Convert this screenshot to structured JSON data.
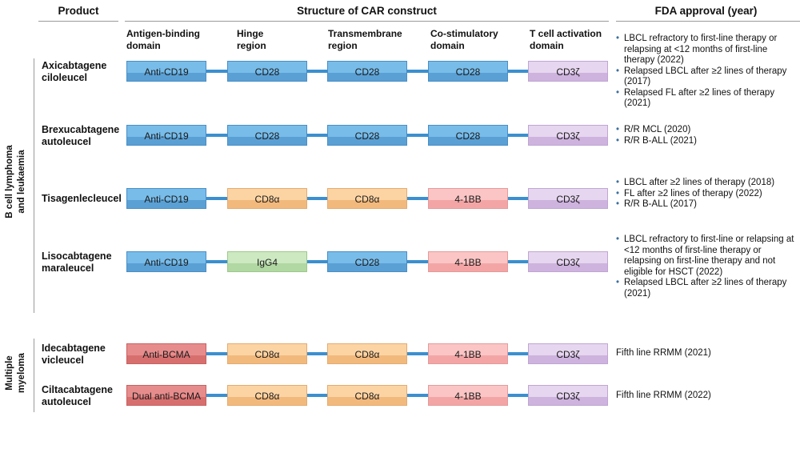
{
  "headers": {
    "product": "Product",
    "structure": "Structure of CAR construct",
    "fda": "FDA approval (year)"
  },
  "domains": [
    {
      "line1": "Antigen-binding",
      "line2": "domain"
    },
    {
      "line1": "Hinge",
      "line2": "region"
    },
    {
      "line1": "Transmembrane",
      "line2": "region"
    },
    {
      "line1": "Co-stimulatory",
      "line2": "domain"
    },
    {
      "line1": "T cell activation",
      "line2": "domain"
    }
  ],
  "groups": {
    "b_cell": {
      "line1": "B cell lymphoma",
      "line2": "and leukaemia"
    },
    "myeloma": {
      "line1": "Multiple",
      "line2": "myeloma"
    }
  },
  "colors": {
    "blue": "#78bce9",
    "orange": "#fcd4a4",
    "pink": "#fbc5c5",
    "purple": "#e6d6ef",
    "green": "#cde9c1",
    "red": "#e78c8c",
    "connector": "#3b8fcf"
  },
  "rows": [
    {
      "product": {
        "line1": "Axicabtagene",
        "line2": "ciloleucel"
      },
      "boxes": [
        {
          "label": "Anti-CD19",
          "color": "blue"
        },
        {
          "label": "CD28",
          "color": "blue"
        },
        {
          "label": "CD28",
          "color": "blue"
        },
        {
          "label": "CD28",
          "color": "blue"
        },
        {
          "label": "CD3ζ",
          "color": "purple"
        }
      ],
      "fda": [
        "LBCL refractory to first-line therapy or relapsing at <12 months of first-line therapy (2022)",
        "Relapsed LBCL after ≥2 lines of therapy (2017)",
        "Relapsed FL after ≥2 lines of therapy (2021)"
      ]
    },
    {
      "product": {
        "line1": "Brexucabtagene",
        "line2": "autoleucel"
      },
      "boxes": [
        {
          "label": "Anti-CD19",
          "color": "blue"
        },
        {
          "label": "CD28",
          "color": "blue"
        },
        {
          "label": "CD28",
          "color": "blue"
        },
        {
          "label": "CD28",
          "color": "blue"
        },
        {
          "label": "CD3ζ",
          "color": "purple"
        }
      ],
      "fda": [
        "R/R MCL (2020)",
        "R/R B-ALL (2021)"
      ]
    },
    {
      "product": {
        "line1": "Tisagenlecleucel",
        "line2": ""
      },
      "boxes": [
        {
          "label": "Anti-CD19",
          "color": "blue"
        },
        {
          "label": "CD8α",
          "color": "orange"
        },
        {
          "label": "CD8α",
          "color": "orange"
        },
        {
          "label": "4-1BB",
          "color": "pink"
        },
        {
          "label": "CD3ζ",
          "color": "purple"
        }
      ],
      "fda": [
        "LBCL after ≥2 lines of therapy (2018)",
        "FL after ≥2 lines of therapy (2022)",
        "R/R B-ALL (2017)"
      ]
    },
    {
      "product": {
        "line1": "Lisocabtagene",
        "line2": "maraleucel"
      },
      "boxes": [
        {
          "label": "Anti-CD19",
          "color": "blue"
        },
        {
          "label": "IgG4",
          "color": "green"
        },
        {
          "label": "CD28",
          "color": "blue"
        },
        {
          "label": "4-1BB",
          "color": "pink"
        },
        {
          "label": "CD3ζ",
          "color": "purple"
        }
      ],
      "fda": [
        "LBCL refractory to first-line or relapsing at <12 months of first-line therapy or relapsing on first-line therapy and not eligible for HSCT (2022)",
        "Relapsed LBCL after ≥2 lines of therapy (2021)"
      ]
    },
    {
      "product": {
        "line1": "Idecabtagene",
        "line2": "vicleucel"
      },
      "boxes": [
        {
          "label": "Anti-BCMA",
          "color": "red"
        },
        {
          "label": "CD8α",
          "color": "orange"
        },
        {
          "label": "CD8α",
          "color": "orange"
        },
        {
          "label": "4-1BB",
          "color": "pink"
        },
        {
          "label": "CD3ζ",
          "color": "purple"
        }
      ],
      "fda": [
        "Fifth line RRMM (2021)"
      ]
    },
    {
      "product": {
        "line1": "Ciltacabtagene",
        "line2": "autoleucel"
      },
      "boxes": [
        {
          "label": "Dual anti-BCMA",
          "color": "red"
        },
        {
          "label": "CD8α",
          "color": "orange"
        },
        {
          "label": "CD8α",
          "color": "orange"
        },
        {
          "label": "4-1BB",
          "color": "pink"
        },
        {
          "label": "CD3ζ",
          "color": "purple"
        }
      ],
      "fda": [
        "Fifth line RRMM (2022)"
      ]
    }
  ]
}
